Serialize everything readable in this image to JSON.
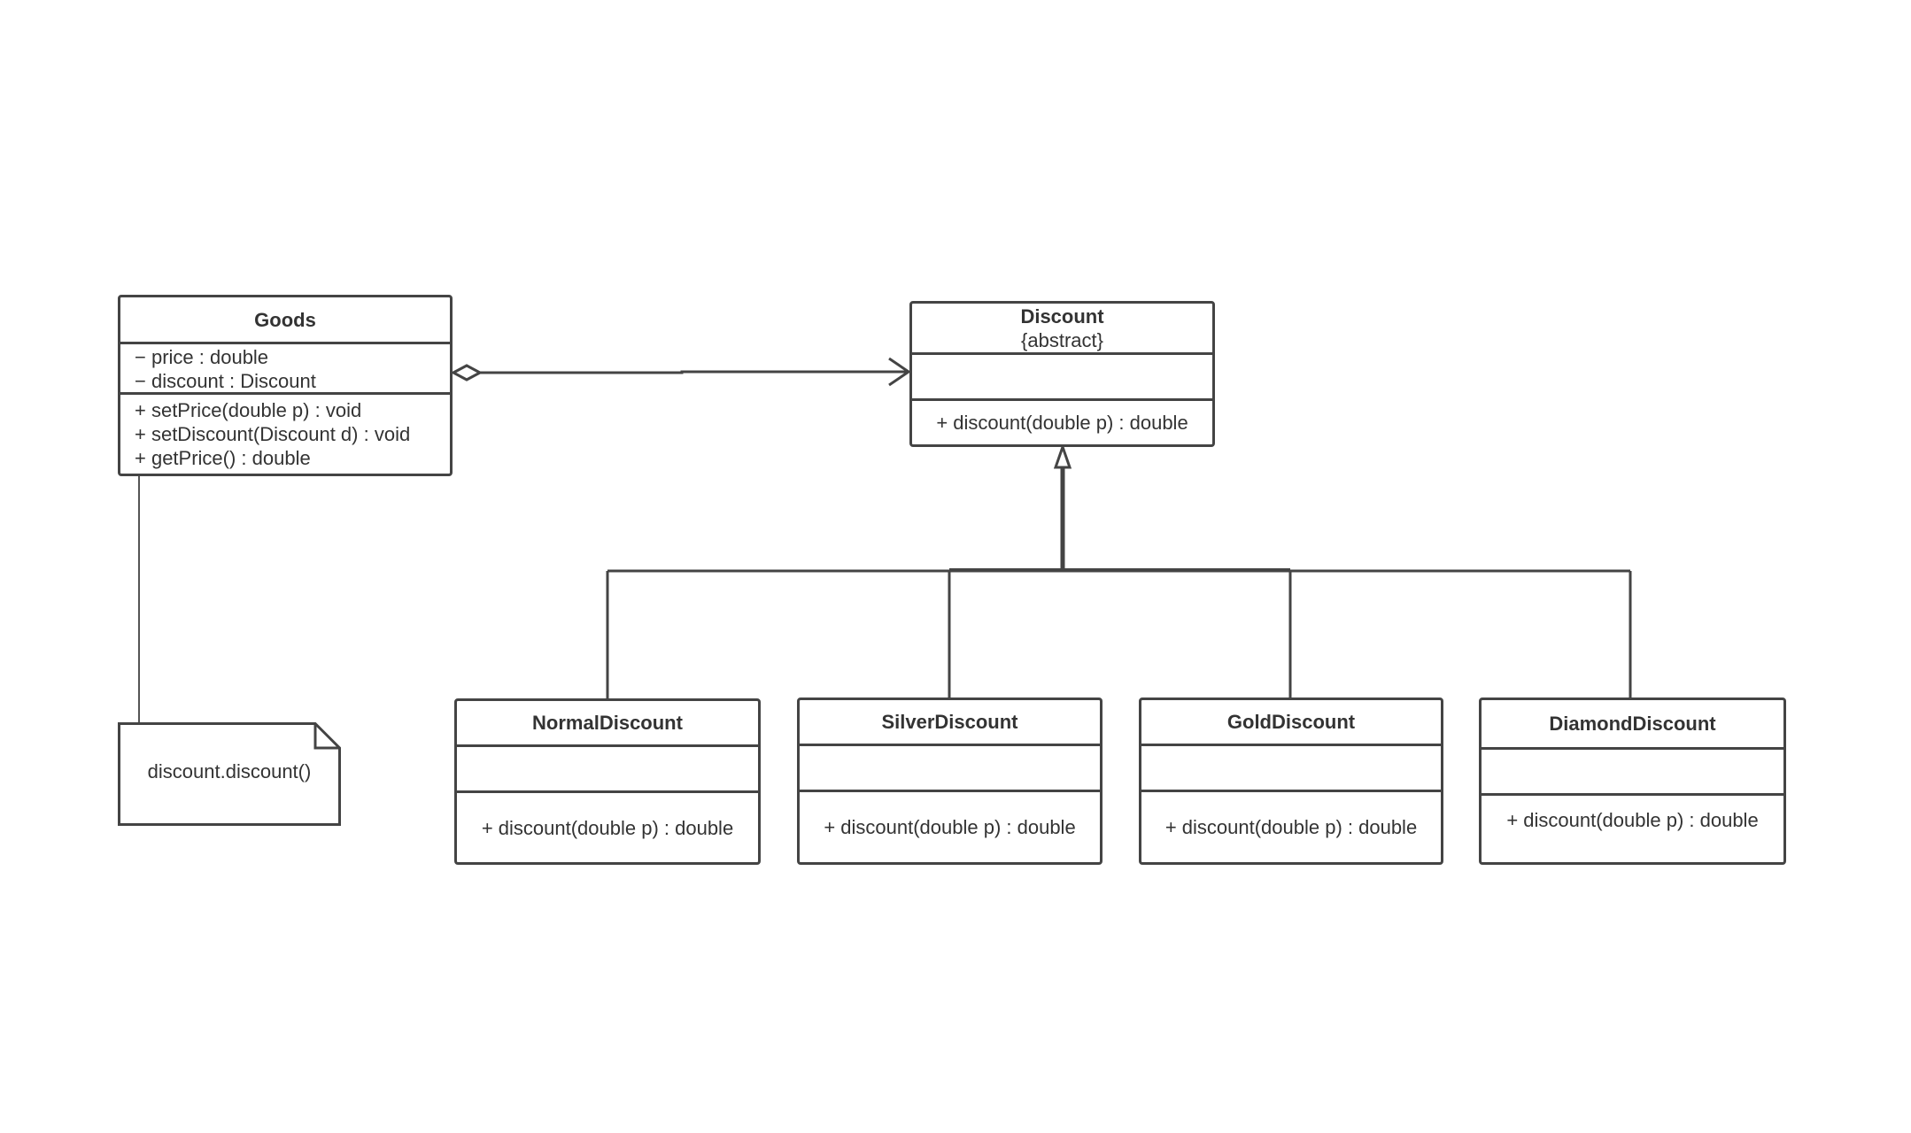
{
  "classes": {
    "goods": {
      "name": "Goods",
      "attributes": [
        "− price : double",
        "− discount : Discount"
      ],
      "operations": [
        "+ setPrice(double p) : void",
        "+ setDiscount(Discount d) : void",
        "+ getPrice() : double"
      ]
    },
    "discount": {
      "name": "Discount",
      "stereotype": "{abstract}",
      "operations": [
        "+ discount(double p) : double"
      ]
    },
    "normal": {
      "name": "NormalDiscount",
      "operations": [
        "+ discount(double p) : double"
      ]
    },
    "silver": {
      "name": "SilverDiscount",
      "operations": [
        "+ discount(double p) : double"
      ]
    },
    "gold": {
      "name": "GoldDiscount",
      "operations": [
        "+ discount(double p) : double"
      ]
    },
    "diamond": {
      "name": "DiamondDiscount",
      "operations": [
        "+ discount(double p) : double"
      ]
    }
  },
  "note": {
    "text": "discount.discount()"
  },
  "colors": {
    "stroke": "#444444",
    "text": "#333333",
    "background": "#ffffff"
  }
}
